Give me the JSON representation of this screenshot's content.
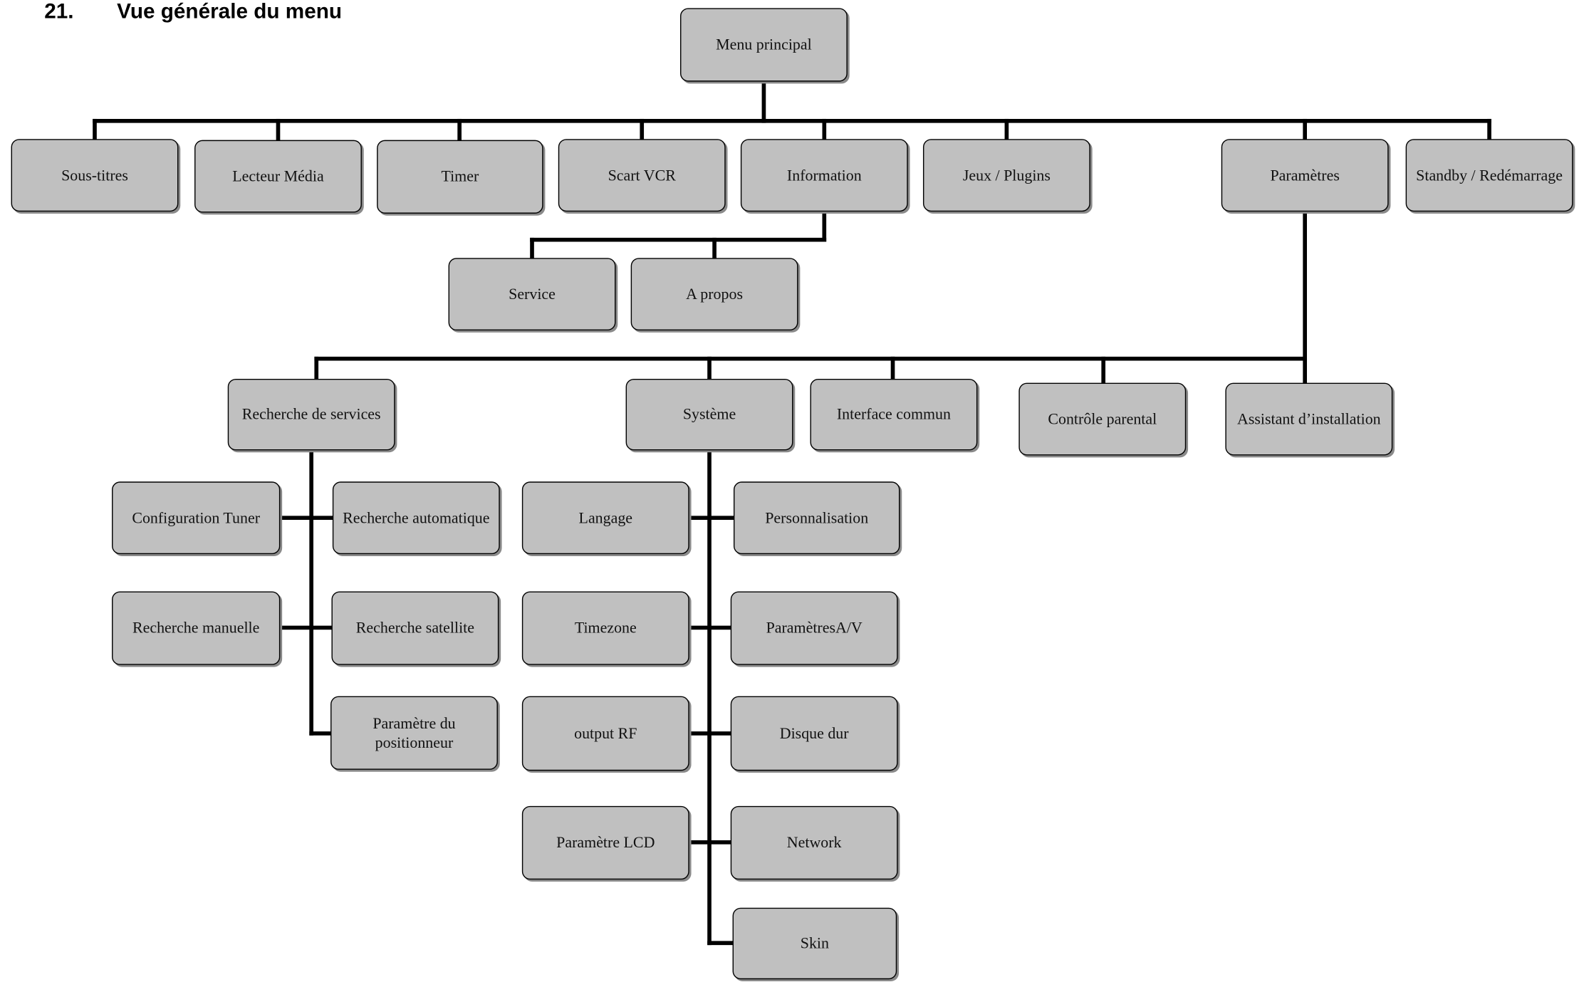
{
  "heading": {
    "number": "21.",
    "title": "Vue générale du menu"
  },
  "nodes": {
    "root": "Menu principal",
    "subtitles": "Sous-titres",
    "media_player": "Lecteur Média",
    "timer": "Timer",
    "scart_vcr": "Scart VCR",
    "information": "Information",
    "games_plugins": "Jeux / Plugins",
    "settings": "Paramètres",
    "standby_restart": "Standby / Redémarrage",
    "service": "Service",
    "about": "A propos",
    "service_search": "Recherche de services",
    "system": "Système",
    "common_interface": "Interface commun",
    "parental_control": "Contrôle parental",
    "install_wizard": "Assistant d’installation",
    "tuner_config": "Configuration Tuner",
    "auto_search": "Recherche automatique",
    "manual_search": "Recherche manuelle",
    "satellite_search": "Recherche satellite",
    "positioner_settings": "Paramètre du\npositionneur",
    "language": "Langage",
    "personalization": "Personnalisation",
    "timezone": "Timezone",
    "av_settings": "ParamètresA/V",
    "rf_output": "output RF",
    "hard_disk": "Disque dur",
    "lcd_settings": "Paramètre LCD",
    "network": "Network",
    "skin": "Skin"
  },
  "colors": {
    "box_fill": "#c0c0c0",
    "line": "#000000"
  }
}
